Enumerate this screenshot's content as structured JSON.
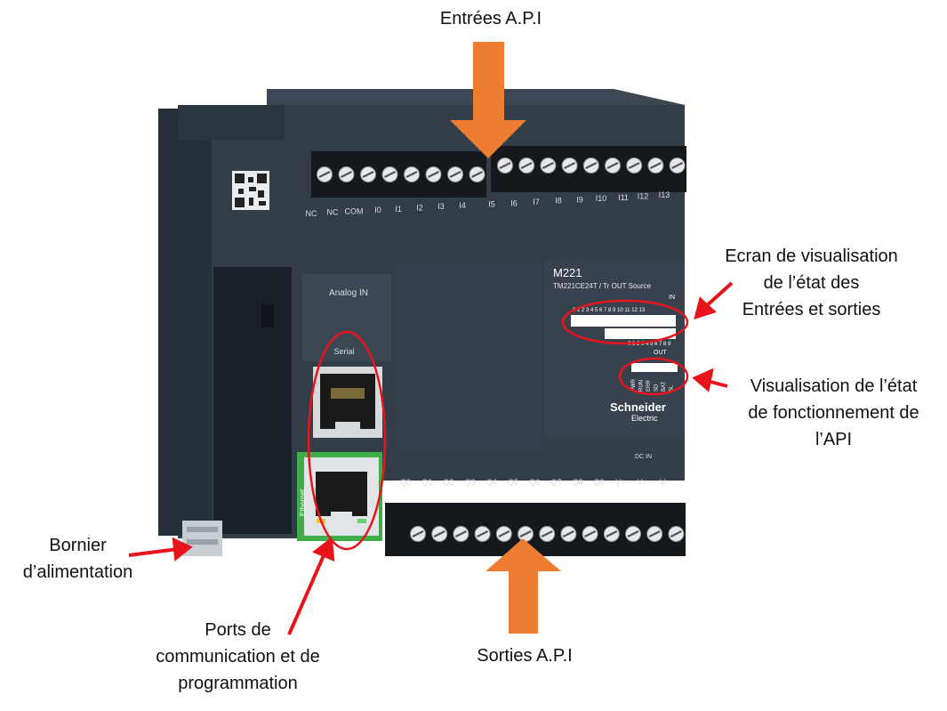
{
  "annotations": {
    "inputs": "Entrées A.P.I",
    "outputs": "Sorties A.P.I",
    "screen": [
      "Ecran de visualisation",
      "de l’état des",
      "Entrées et sorties"
    ],
    "status": [
      "Visualisation de l’état",
      "de fonctionnement de",
      "l’API"
    ],
    "power": [
      "Bornier",
      "d’alimentation"
    ],
    "ports": [
      "Ports de",
      "communication et de",
      "programmation"
    ]
  },
  "device": {
    "model": "M221",
    "reference": "TM221CE24T / Tr OUT Source",
    "analog_label": "Analog IN",
    "serial_label": "Serial",
    "ethernet_label": "Ethernet",
    "in_label": "IN",
    "out_label": "OUT",
    "dcin_label": "DC IN",
    "brand": "Schneider",
    "brand_sub": "Electric",
    "input_terminals": [
      "NC",
      "NC",
      "COM",
      "I0",
      "I1",
      "I2",
      "I3",
      "I4",
      "I5",
      "I6",
      "I7",
      "I8",
      "I9",
      "I10",
      "I11",
      "I12",
      "I13"
    ],
    "output_terminals": [
      "Q0",
      "Q1",
      "Q2",
      "Q3",
      "Q4",
      "Q5",
      "Q6",
      "Q7",
      "Q8",
      "Q9",
      "V+",
      "V+",
      "V-"
    ],
    "in_led_numbers": "0 1 2 3 4 5 6 7 8 9 10 11 12 13",
    "out_led_numbers": "0 1 2 3 4 5 6 7 8 9",
    "status_leds": [
      "PWR",
      "RUN",
      "ERR",
      "SD",
      "BAT",
      "SL"
    ]
  },
  "colors": {
    "arrow_orange": "#ed7d31",
    "annotation_red": "#e8141b",
    "body_dark": "#2f3a45",
    "ethernet_green": "#3fae49"
  }
}
